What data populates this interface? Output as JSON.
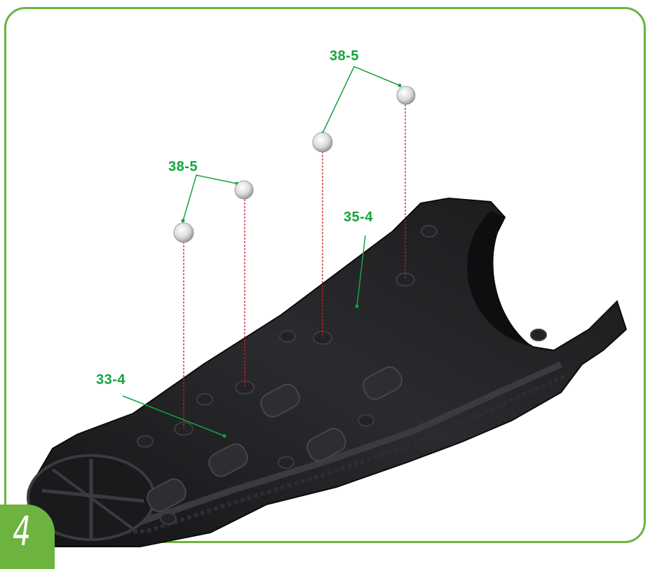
{
  "callouts": {
    "top_right": "38-5",
    "mid_left": "38-5",
    "housing": "35-4",
    "lower_left": "33-4"
  },
  "step": {
    "number": "4"
  },
  "colors": {
    "frame": "#6cb33f",
    "label": "#13a43e",
    "guide": "#c8202a",
    "part": "#1b1c1e"
  }
}
